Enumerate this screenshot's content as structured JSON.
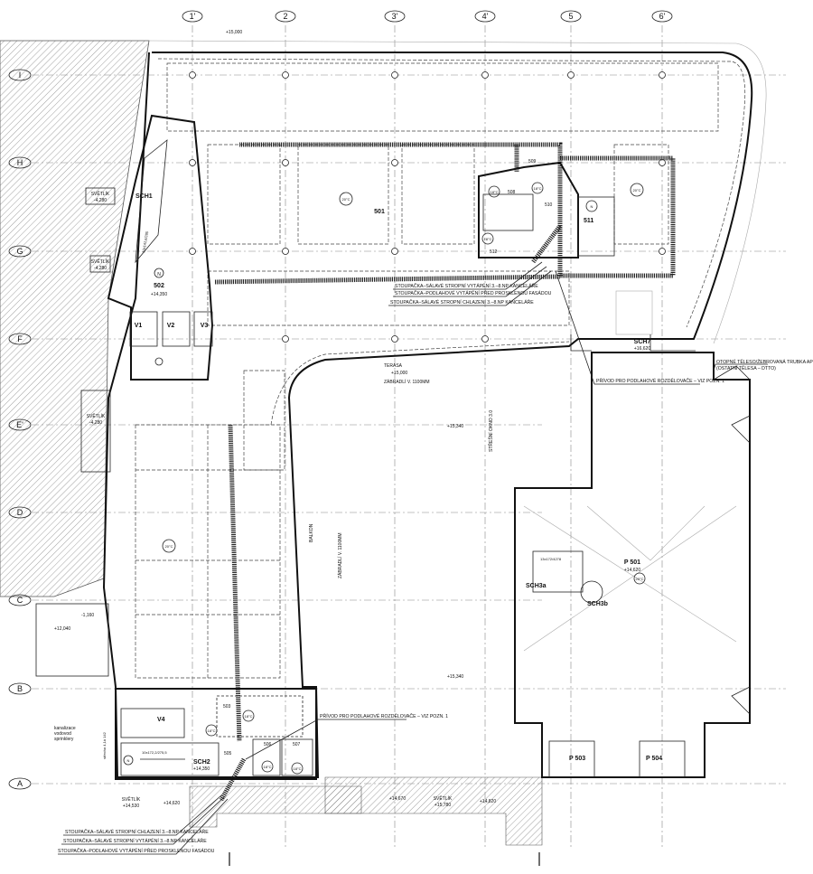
{
  "grid": {
    "columns": [
      "1'",
      "2",
      "3'",
      "4'",
      "5",
      "6'"
    ],
    "rows": [
      "I",
      "H",
      "G",
      "F",
      "E'",
      "D",
      "C",
      "B",
      "A"
    ]
  },
  "rooms": {
    "r501": "501",
    "r502": "502",
    "r503": "503",
    "r505": "505",
    "r506": "506",
    "r507": "507",
    "r508": "508",
    "r509": "509",
    "r510": "510",
    "r511": "511",
    "r512": "512",
    "p501": "P 501",
    "p503": "P 503",
    "p504": "P 504",
    "sch1": "SCH1",
    "sch2": "SCH2",
    "sch3a": "SCH3a",
    "sch3b": "SCH3b",
    "sch7": "SCH7",
    "v1": "V1",
    "v2": "V2",
    "v3": "V3",
    "v4": "V4"
  },
  "temps": {
    "t20": "20°C",
    "t18": "18°C",
    "n": "N"
  },
  "elevations": {
    "e502": "+14,350",
    "esch2": "+14,350",
    "esch7": "+16,620",
    "ep501": "+14,620",
    "etop": "+15,000",
    "ecourt": "+15,340",
    "ecourt2": "+15,340",
    "esv1": "-4,280",
    "esv2": "-4,280",
    "esv3": "-4,280",
    "esvA": "+14,530",
    "eA2": "+14,620",
    "eA3": "+14,670",
    "eA4": "+15,780",
    "eA5": "+14,820",
    "eC": "-1,160",
    "eC2": "+12,040"
  },
  "labels": {
    "svetlik": "SVĚTLÍK",
    "terasa": "TERASA",
    "balkon": "BALKON",
    "zabradli": "ZÁBRADLÍ V. 1100MM",
    "stresni_okno": "STŘEŠNÍ OKNO 3.0",
    "sprinklery": [
      "kanalizace",
      "vodovod",
      "sprinklery"
    ],
    "strecha": "střecha 4,1á 142",
    "stair_sch2": "10x172,2/275,5",
    "stair_sch3": "13x172/4278",
    "stair_sch1": "13x141,6/285"
  },
  "notes": {
    "riser_heating": "STOUPAČKA–SÁLAVÉ STROPNÍ VYTÁPĚNÍ 3.–8.NP KANCELÁŘE",
    "riser_floor": "STOUPAČKA–PODLAHOVÉ VYTÁPĚNÍ PŘED PROSKLENOU FASÁDOU",
    "riser_cooling": "STOUPAČKA–SÁLAVÉ STROPNÍ CHLAZENÍ 3.–8.NP KANCELÁŘE",
    "supply_1": "PŘÍVOD PRO PODLAHOVÉ ROZDĚLOVAČE – VIZ POZN. 1",
    "supply_2": "PŘÍVOD PRO PODLAHOVÉ ROZDĚLOVAČE – VIZ POZN. 1",
    "radiator_1": "OTOPNÉ TĚLESO/ŽEBROVANÁ TRUBKA APOD.",
    "radiator_2": "(OSTATNÍ TĚLESA – DTTO)"
  }
}
